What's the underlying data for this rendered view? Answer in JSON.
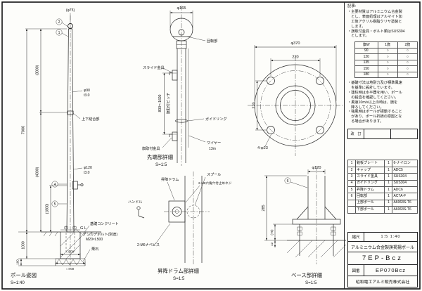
{
  "pole": {
    "caption": "ポール姿図",
    "scale": "S=1:40",
    "dim_phi75": "(φ75)",
    "d7000": "7000",
    "d3000": "(3000)",
    "d4000": "(4000)",
    "d1800": "(1800)",
    "d1000": "1000",
    "d100": "100",
    "phi90": "φ90",
    "t30a": "t3.0",
    "joint": "上下結合部",
    "phi120": "φ120",
    "t30b": "t3.0",
    "gl": "G L",
    "foundation": "基礎コンクリート",
    "anchor": "アンカーボルト(別途)",
    "anchor_size": "M20×L500",
    "rubble": "栗石",
    "d500": "□500",
    "d700": "□700",
    "c1": "1",
    "c2": "2",
    "c4": "4",
    "c5": "5"
  },
  "tip": {
    "caption": "先端部詳細",
    "scale": "S=1:5",
    "d165": "φ165",
    "rotating": "回転部",
    "slide": "スライド金具",
    "pitch_dim": "800〜1600",
    "pitch_label": "旗取付ピッチ",
    "guide": "ガイドリング",
    "bracket": "旗取付金具",
    "wire": "ワイヤー",
    "wire_len": "13m"
  },
  "drum": {
    "caption": "昇降ドラム部詳細",
    "scale": "S=1:5",
    "handle": "ハンドル",
    "drum": "昇降ドラム",
    "spool": "スプール",
    "set_screw": "2-M8六角穴付止めネジ",
    "pan_screw": "2-M6ナベビス"
  },
  "flange": {
    "d370": "φ370",
    "d220h": "220",
    "d220v": "220",
    "holes": "4-φ23"
  },
  "base": {
    "caption": "ベース部詳細",
    "scale": "S=1:5",
    "c6": "6",
    "d120": "φ120",
    "d285": "285",
    "d75": "(75)",
    "d12": "12"
  },
  "notes": {
    "title": "記事:",
    "block1": [
      "・主要材質はアルミニウム合金製",
      "　とし、表面処理はアルマイト加",
      "　工後アクリル樹脂クリヤ塗装と",
      "　します。",
      "・旗取付金具・ボルト類はSUS304",
      "　とします。"
    ],
    "block2": [
      "・基礎寸法は地耐力及び標準風速",
      "　を基準に設計しています。",
      "・建柱時は水平器を用い、ポール",
      "　の鉛直を確認してください。",
      "・風速10m/s以上の時は、旗を",
      "　降ろしてください。",
      "・強風時はポールが振動すること",
      "　があり、ポール折損の原因とな",
      "　る場合があります。"
    ]
  },
  "flag_table": {
    "headers": [
      "旗W",
      "1旒",
      "2旒"
    ],
    "rows": [
      [
        "90",
        "○",
        "○"
      ],
      [
        "120",
        "○",
        "○"
      ],
      [
        "135",
        "○",
        "○"
      ],
      [
        "150",
        "○",
        "○"
      ],
      [
        "180",
        "○",
        "○"
      ]
    ]
  },
  "revision": {
    "label": "改　訂"
  },
  "parts_table": {
    "rows": [
      [
        "1",
        "銘板プレート",
        "1",
        "6-ナイロン"
      ],
      [
        "2",
        "キャップ",
        "1",
        "ADC5"
      ],
      [
        "3",
        "スライド金具",
        "1",
        "SUS304"
      ],
      [
        "4",
        "ガイドリング",
        "1",
        "SUS304"
      ],
      [
        "5",
        "昇降ドラム",
        "1",
        "ADC6"
      ],
      [
        "6",
        "回転部",
        "1",
        "AC7A-F"
      ],
      [
        "",
        "上部ポール",
        "1",
        "A6063S-T6"
      ],
      [
        "",
        "下部ポール",
        "1",
        "A6063S-T6"
      ]
    ]
  },
  "title_block": {
    "scale_label": "縮尺",
    "scales": "1:5  1:40",
    "product": "アルミニウム合金製旗掲揚ポール",
    "model": "7EP-Bcz",
    "dno_label": "図番",
    "dno": "EP070Bcz",
    "company": "昭和電工アルミ販売株式会社"
  }
}
